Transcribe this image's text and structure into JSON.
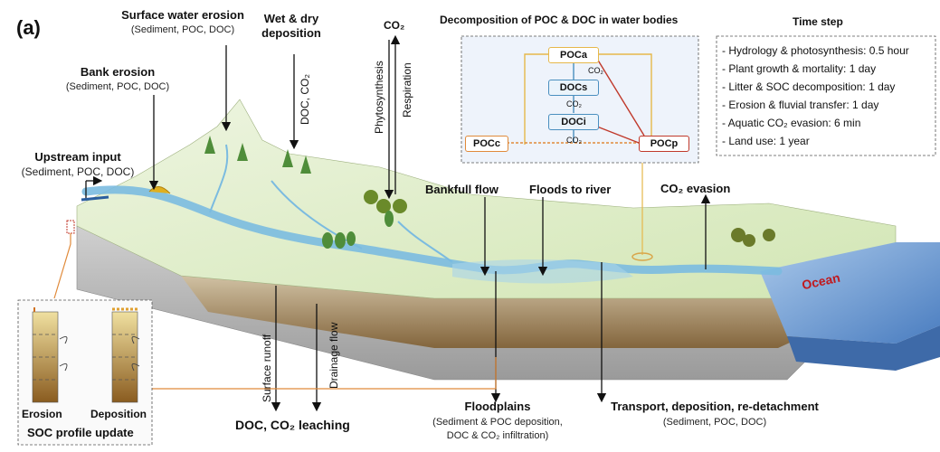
{
  "panel_label": "(a)",
  "labels": {
    "surface_water_erosion": "Surface water erosion",
    "surface_water_erosion_sub": "(Sediment, POC, DOC)",
    "wet_dry_deposition_1": "Wet & dry",
    "wet_dry_deposition_2": "deposition",
    "doc_co2_vertical": "DOC, CO₂",
    "co2_top": "CO₂",
    "photosynthesis": "Phytosynthesis",
    "respiration": "Respiration",
    "bank_erosion": "Bank erosion",
    "bank_erosion_sub": "(Sediment, POC, DOC)",
    "upstream_input": "Upstream input",
    "upstream_input_sub": "(Sediment, POC, DOC)",
    "bankfull_flow": "Bankfull flow",
    "floods_to_river": "Floods  to river",
    "co2_evasion": "CO₂ evasion",
    "ocean": "Ocean",
    "surface_runoff": "Surface runoff",
    "drainage_flow": "Drainage flow",
    "doc_co2_leaching": "DOC, CO₂ leaching",
    "floodplains": "Floodplains",
    "floodplains_sub1": "(Sediment & POC deposition,",
    "floodplains_sub2": "DOC & CO₂ infiltration)",
    "transport": "Transport, deposition, re-detachment",
    "transport_sub": "(Sediment, POC, DOC)",
    "erosion": "Erosion",
    "deposition": "Deposition",
    "soc_profile_update": "SOC profile update"
  },
  "decomposition_box": {
    "title": "Decomposition of POC & DOC in water bodies",
    "nodes": {
      "poca": "POCa",
      "docs": "DOCs",
      "doci": "DOCi",
      "pocc": "POCc",
      "pocp": "POCp"
    },
    "co2_label": "CO₂"
  },
  "time_step": {
    "title": "Time step",
    "items": [
      "- Hydrology & photosynthesis: 0.5 hour",
      "- Plant growth & mortality: 1 day",
      "- Litter & SOC decomposition: 1 day",
      "- Erosion & fluvial transfer: 1 day",
      "- Aquatic CO₂ evasion: 6 min",
      "- Land use: 1 year"
    ]
  },
  "colors": {
    "land_green": "#dcebc3",
    "river_blue": "#6fb3d8",
    "ocean_blue": "#5f8fc9",
    "ocean_text": "#c0191e",
    "soil_brown": "#8a6a3b",
    "orange_line": "#e08a3a",
    "yellow_line": "#e6b84a",
    "red_line": "#c0392b",
    "blue_line": "#4a8fbf"
  }
}
